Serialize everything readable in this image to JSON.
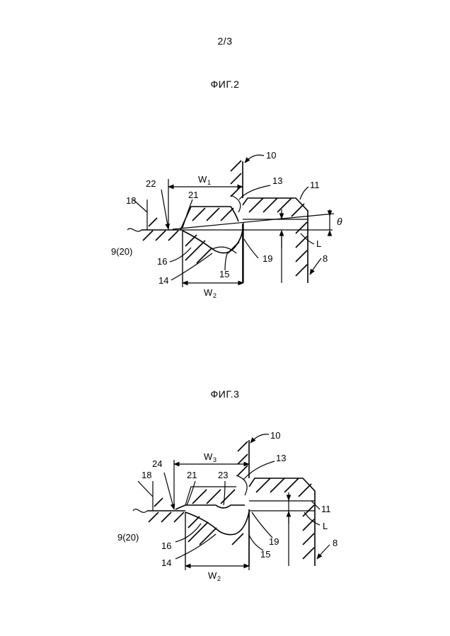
{
  "page": {
    "number": "2/3"
  },
  "fig2": {
    "title": "ФИГ.2",
    "labels": {
      "l10": "10",
      "l13": "13",
      "l11": "11",
      "l22": "22",
      "w1": "W",
      "w1sub": "1",
      "l21": "21",
      "l18": "18",
      "theta": "θ",
      "l920": "9(20)",
      "lL": "L",
      "l16": "16",
      "l19": "19",
      "l8": "8",
      "l14": "14",
      "l15": "15",
      "w2": "W",
      "w2sub": "2"
    }
  },
  "fig3": {
    "title": "ФИГ.3",
    "labels": {
      "l10": "10",
      "w3": "W",
      "w3sub": "3",
      "l13": "13",
      "l24": "24",
      "l18": "18",
      "l21": "21",
      "l23": "23",
      "l11": "11",
      "l920": "9(20)",
      "lL": "L",
      "l16": "16",
      "l19": "19",
      "l14": "14",
      "l15": "15",
      "l8": "8",
      "w2": "W",
      "w2sub": "2"
    }
  }
}
